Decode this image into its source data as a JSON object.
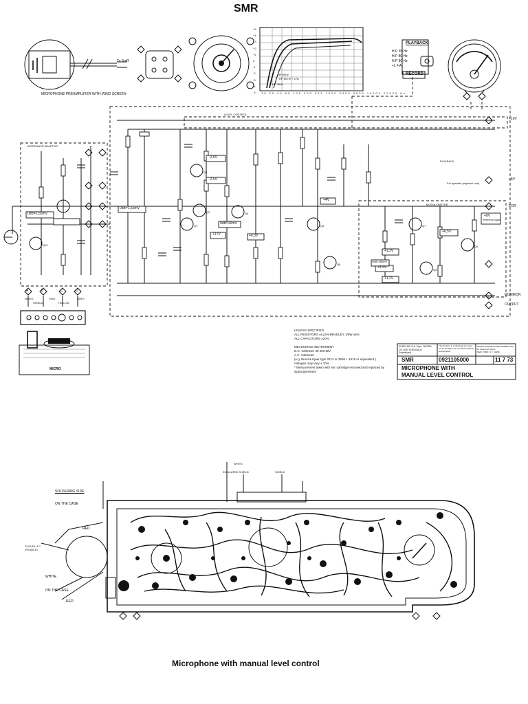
{
  "header": {
    "title": "SMR"
  },
  "top_left": {
    "caption": "MICROPHONE PREAMPLIFIER WITH WIND SCREEN",
    "to_smr": "To SmR"
  },
  "freq_graph": {
    "x_ticks": [
      "10",
      "20",
      "40",
      "60",
      "100",
      "200",
      "500",
      "1000",
      "2000",
      "5000",
      "10000",
      "20000",
      "Hz"
    ],
    "y_ticks": [
      "+5",
      "+4",
      "+3",
      "+2",
      "+1",
      "0",
      "-1",
      "-2",
      "-3",
      "-4",
      "-5"
    ],
    "curves": [
      "HP 80Hz",
      "HP 80 Hz + LFA",
      "HP 35Hz"
    ]
  },
  "playback_box": {
    "title": "PLAYBACK",
    "options": [
      "H.P 35 Hz",
      "H.P 80 Hz",
      "H.P 80 Hz",
      "+L F.A."
    ],
    "record": "RECORD"
  },
  "schematic": {
    "labels": {
      "impedance_adaptor": "IMPEDANCE ADAPTOR",
      "level_control": "LEVEL CONTROL",
      "modulometer": "MODULOMETER",
      "playback": "PLAYBACK",
      "for_speaker": "For speaker playback only",
      "v16": "+16V",
      "v8": "+8V",
      "common": "COMMON",
      "output": "OUTPUT",
      "eor": "EOR",
      "ref_signal": "Reference signal"
    },
    "voltages": [
      "-2,5V",
      "-2,5V",
      "+17V",
      "+6,3V",
      "+4V",
      "+1,2V",
      "+2,4V",
      "+1,2V",
      "+8V",
      "+6,5V",
      "0dB=1,55mV",
      "0dB=1,55mV",
      "0dB=30mV",
      "0dB=180mV"
    ],
    "transistors": [
      "Q1",
      "Q2",
      "Q3",
      "Q4",
      "Q5",
      "Q6",
      "Q7",
      "Q8",
      "Q9",
      "Q10"
    ],
    "mic_connector": [
      "A",
      "B",
      "C",
      "D"
    ],
    "wire_colors": [
      "WHITE",
      "SHIELD",
      "RED",
      "YELLOW",
      "GREY"
    ],
    "micro_label": "MICRO"
  },
  "notes": {
    "unless": "UNLESS SPECIFIED",
    "resistors": "ALL RESISTORS ALLEN-BRADLEY 1/8W ±5%",
    "capacitors": "ALL CAPACITORS ±20%",
    "measuring_title": "MEASURING INSTRUMENT",
    "measuring": [
      "D.C. Voltmeter 40 000 Ω/V",
      "A.C. Voltmeter",
      "(e.g. Bruel & Kjaer type 2112 or 2606 + 1615 or equivalent.)",
      "Voltages may vary ± 10%",
      "* Measurement taken with Mic cartridge removed and replaced by signal generator"
    ]
  },
  "title_block": {
    "company": [
      "KUDELSKI S.A.   Dept. NAGRA",
      "CH 1033 CHESEAUX",
      "Switzerland"
    ],
    "notice": "This drawing is confidential and may not be divulged nor reproduced without authorization.",
    "dealer": [
      "NAGRA MAGNETIC RECORDERS INC.",
      "19 West 44th Street",
      "NEW YORK, N.Y. 10036"
    ],
    "model": "SMR",
    "number": "0921105000",
    "date": "11 7 73",
    "description_1": "MICROPHONE WITH",
    "description_2": "MANUAL LEVEL CONTROL"
  },
  "pcb": {
    "labels": [
      "SOLDERING SIDE",
      "ON THE CASE",
      "RED",
      "INSULATED SHIELD",
      "WHITE",
      "SHIELD",
      "TUCHEL 4 P (FEMALE)",
      "RED",
      "WHITE",
      "ON THE CASE"
    ],
    "caption": "Microphone with manual level control"
  }
}
